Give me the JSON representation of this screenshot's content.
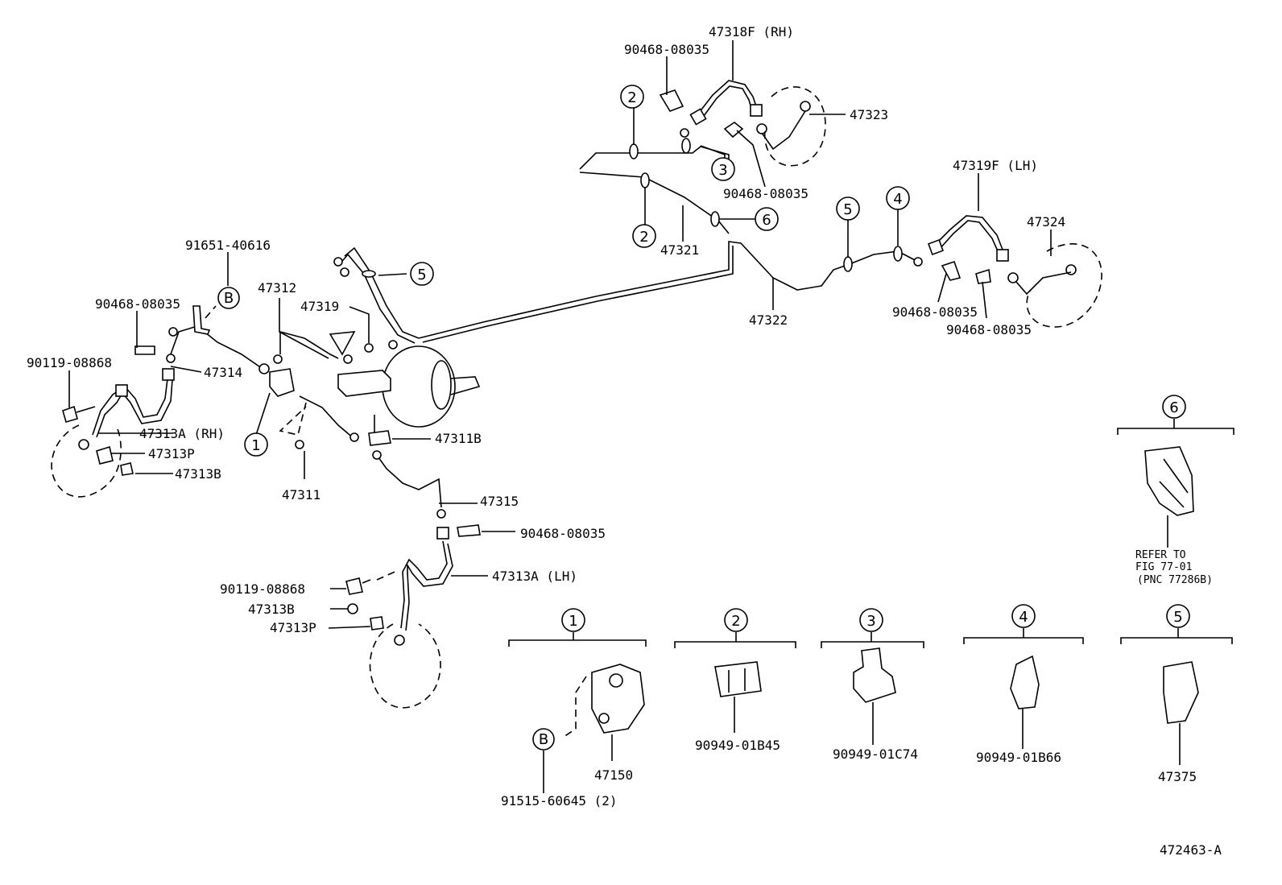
{
  "labels": {
    "p47318F": "47318F (RH)",
    "p90468_a": "90468-08035",
    "p47323": "47323",
    "p90468_b": "90468-08035",
    "p47319F": "47319F (LH)",
    "p47324": "47324",
    "p47321": "47321",
    "p47322": "47322",
    "p90468_c": "90468-08035",
    "p90468_d": "90468-08035",
    "p91651": "91651-40616",
    "p90468_e": "90468-08035",
    "p47312": "47312",
    "p47319": "47319",
    "p47314": "47314",
    "p90119_a": "90119-08868",
    "p47313A_RH": "47313A (RH)",
    "p47313P_a": "47313P",
    "p47313B_a": "47313B",
    "p47311B": "47311B",
    "p47311": "47311",
    "p47315": "47315",
    "p90468_f": "90468-08035",
    "p47313A_LH": "47313A (LH)",
    "p90119_b": "90119-08868",
    "p47313B_b": "47313B",
    "p47313P_b": "47313P",
    "p47150": "47150",
    "p91515": "91515-60645 (2)",
    "p90949_1": "90949-01B45",
    "p90949_2": "90949-01C74",
    "p90949_3": "90949-01B66",
    "p47375": "47375",
    "refer1": "REFER TO",
    "refer2": "FIG 77-01",
    "refer3": "(PNC 77286B)",
    "figure_id": "472463-A"
  },
  "callouts": {
    "c1": "1",
    "c2": "2",
    "c3": "3",
    "c4": "4",
    "c5": "5",
    "c6": "6",
    "b": "B"
  }
}
